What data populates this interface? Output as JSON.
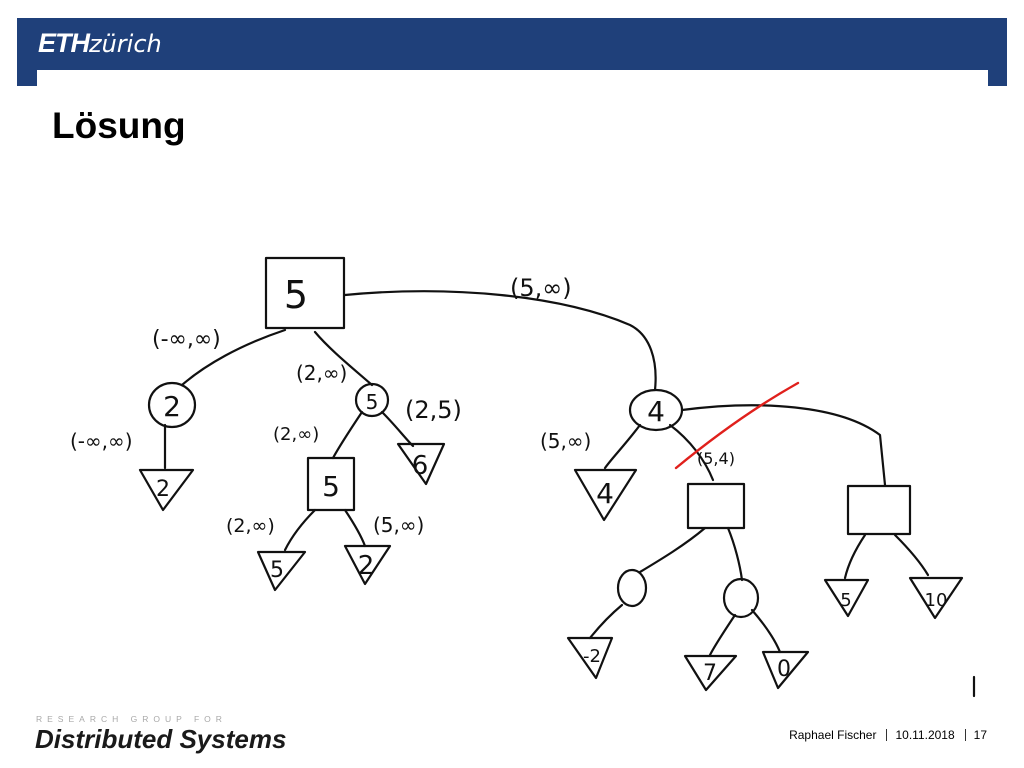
{
  "header": {
    "logo_bold": "ETH",
    "logo_light": "zürich"
  },
  "slide": {
    "title": "Lösung"
  },
  "tree": {
    "root": {
      "value": "5"
    },
    "edge_labels": {
      "root_left": "(-∞,∞)",
      "root_mid": "(2,∞)",
      "root_right": "(5,∞)",
      "n2_leaf": "(-∞,∞)",
      "n5c_left": "(2,∞)",
      "n5c_right": "(2,5)",
      "n5b_left": "(2,∞)",
      "n5b_right": "(5,∞)",
      "n4_left": "(5,∞)",
      "n4_mid": "(5,4)"
    },
    "nodes": {
      "min_2": "2",
      "leaf_2a": "2",
      "min_5": "5",
      "leaf_6": "6",
      "max_5": "5",
      "leaf_5": "5",
      "leaf_2b": "2",
      "min_4": "4",
      "leaf_4": "4",
      "leaf_m2": "-2",
      "leaf_7": "7",
      "leaf_0": "0",
      "leaf_5b": "5",
      "leaf_10": "10"
    },
    "colors": {
      "ink": "#111111",
      "prune_mark": "#e0201c"
    }
  },
  "footer": {
    "group_label": "RESEARCH GROUP FOR",
    "group_name": "Distributed Systems",
    "author": "Raphael Fischer",
    "date": "10.11.2018",
    "page_number": "17"
  }
}
